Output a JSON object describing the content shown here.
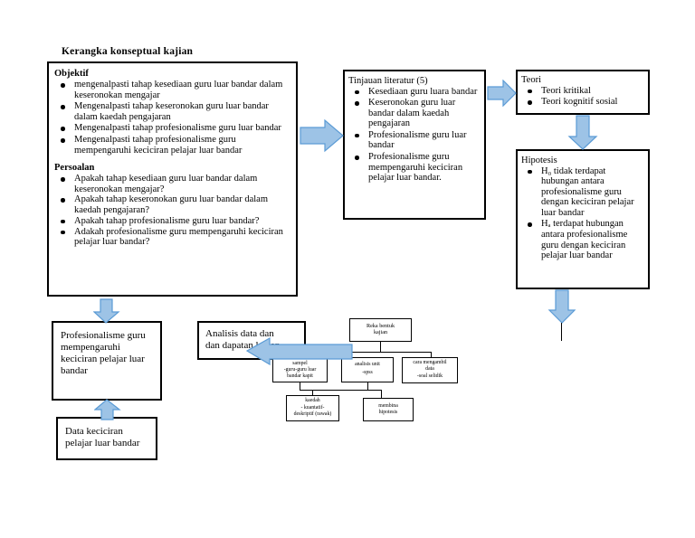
{
  "diagram": {
    "title": "Kerangka konseptual kajian",
    "accent_color": "#9dc3e6",
    "accent_border": "#5b9bd5"
  },
  "objektif": {
    "heading": "Objektif",
    "items": [
      "mengenalpasti tahap kesediaan guru luar bandar dalam  keseronokan  mengajar",
      "Mengenalpasti tahap keseronokan guru luar bandar dalam  kaedah  pengajaran",
      "Mengenalpasti tahap profesionalisme guru luar bandar",
      "Mengenalpasti tahap profesionalisme guru mempengaruhi keciciran pelajar luar bandar"
    ]
  },
  "persoalan": {
    "heading": "Persoalan",
    "items": [
      "Apakah tahap kesediaan guru luar bandar dalam keseronokan mengajar?",
      "Apakah tahap keseronokan guru luar bandar dalam kaedah pengajaran?",
      "Apakah tahap profesionalisme guru luar bandar?",
      "Adakah profesionalisme guru mempengaruhi keciciran pelajar luar bandar?"
    ]
  },
  "tinjauan": {
    "heading": "Tinjauan literatur (5)",
    "items": [
      "Kesediaan guru luara bandar",
      "Keseronokan guru luar bandar dalam kaedah pengajaran",
      "Profesionalisme guru luar bandar",
      "Profesionalisme guru mempengaruhi keciciran pelajar luar bandar."
    ]
  },
  "teori": {
    "heading": "Teori",
    "items": [
      "Teori kritikal",
      "Teori kognitif sosial"
    ]
  },
  "hipotesis": {
    "heading": "Hipotesis",
    "items": [
      "H₀ tidak terdapat hubungan antara profesionalisme guru dengan keciciran pelajar luar bandar",
      "Hₐ terdapat hubungan antara profesionalisme guru dengan keciciran pelajar luar bandar"
    ]
  },
  "profesionalisme_box": {
    "text": "Profesionalisme guru mempengaruhi keciciran pelajar luar bandar"
  },
  "data_keciciran_box": {
    "text": "Data keciciran pelajar luar bandar"
  },
  "analisis_box": {
    "line1": "Analisis data dan",
    "line2": "dan dapatan kajian"
  },
  "metodologi": {
    "reka_bentuk": {
      "line1": "Reka bentuk",
      "line2": "kajian"
    },
    "sampel": {
      "line1": "sampel",
      "line2": "-guru-guru luar",
      "line3": "bandar kapit"
    },
    "analisis_unit": {
      "line1": "analisis unit",
      "line2": "-spss"
    },
    "cara_data": {
      "line1": "cara mengambil",
      "line2": "data",
      "line3": "-soal selidik"
    },
    "kaedah": {
      "line1": "kaedah",
      "line2": "- kuantatif-",
      "line3": "deskriptif (rawak)"
    },
    "membina": {
      "line1": "membina",
      "line2": "hipotesis"
    }
  }
}
